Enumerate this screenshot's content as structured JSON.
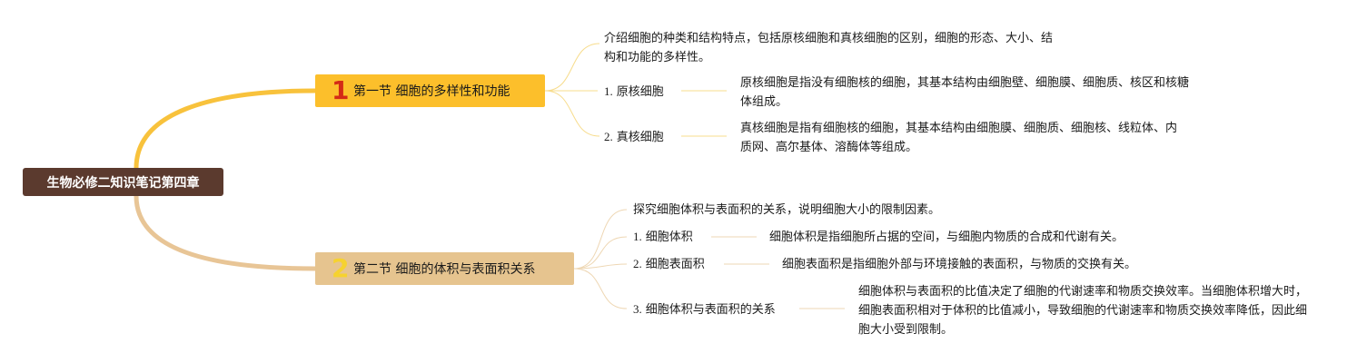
{
  "root": {
    "title": "生物必修二知识笔记第四章"
  },
  "branches": [
    {
      "number": "1",
      "title": "第一节 细胞的多样性和功能",
      "summary": "介绍细胞的种类和结构特点，包括原核细胞和真核细胞的区别，细胞的形态、大小、结构和功能的多样性。",
      "items": [
        {
          "index": "1.",
          "label": "原核细胞",
          "detail": "原核细胞是指没有细胞核的细胞，其基本结构由细胞壁、细胞膜、细胞质、核区和核糖体组成。"
        },
        {
          "index": "2.",
          "label": "真核细胞",
          "detail": "真核细胞是指有细胞核的细胞，其基本结构由细胞膜、细胞质、细胞核、线粒体、内质网、高尔基体、溶酶体等组成。"
        }
      ]
    },
    {
      "number": "2",
      "title": "第二节 细胞的体积与表面积关系",
      "summary": "探究细胞体积与表面积的关系，说明细胞大小的限制因素。",
      "items": [
        {
          "index": "1.",
          "label": "细胞体积",
          "detail": "细胞体积是指细胞所占据的空间，与细胞内物质的合成和代谢有关。"
        },
        {
          "index": "2.",
          "label": "细胞表面积",
          "detail": "细胞表面积是指细胞外部与环境接触的表面积，与物质的交换有关。"
        },
        {
          "index": "3.",
          "label": "细胞体积与表面积的关系",
          "detail": "细胞体积与表面积的比值决定了细胞的代谢速率和物质交换效率。当细胞体积增大时，细胞表面积相对于体积的比值减小，导致细胞的代谢速率和物质交换效率降低，因此细胞大小受到限制。"
        }
      ]
    }
  ],
  "colors": {
    "root_fill": "#5b3a2e",
    "branch1_fill": "#fcbf2b",
    "branch1_line": "#f8c23c",
    "branch1_number": "#d42a16",
    "branch2_fill": "#e6c48f",
    "branch2_line": "#e8c596",
    "branch2_number": "#f6d22f",
    "leaf_line_1": "#f7dc8c",
    "leaf_line_2": "#eed7b4"
  }
}
